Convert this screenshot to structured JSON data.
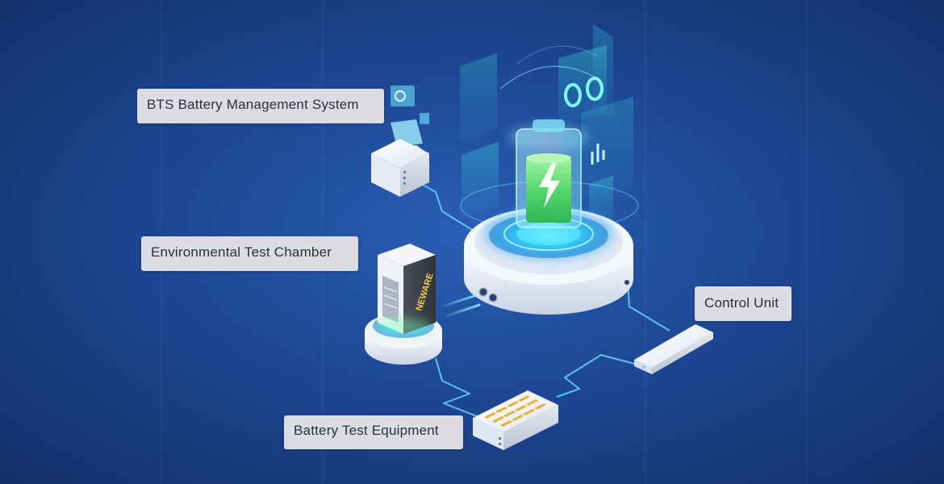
{
  "labels": {
    "bms": "BTS Battery Management System",
    "env_chamber": "Environmental Test Chamber",
    "control_unit": "Control Unit",
    "battery_test_equipment": "Battery Test Equipment"
  },
  "chamber_brand": "NEWARE",
  "colors": {
    "background": "#1f4a98",
    "connector": "#5fc8f0",
    "glow": "#38e0ff",
    "battery_green": "#6ee06a",
    "label_bg": "#dcdde2",
    "label_text": "#2a2f3a",
    "device_white": "#eef1f6"
  }
}
